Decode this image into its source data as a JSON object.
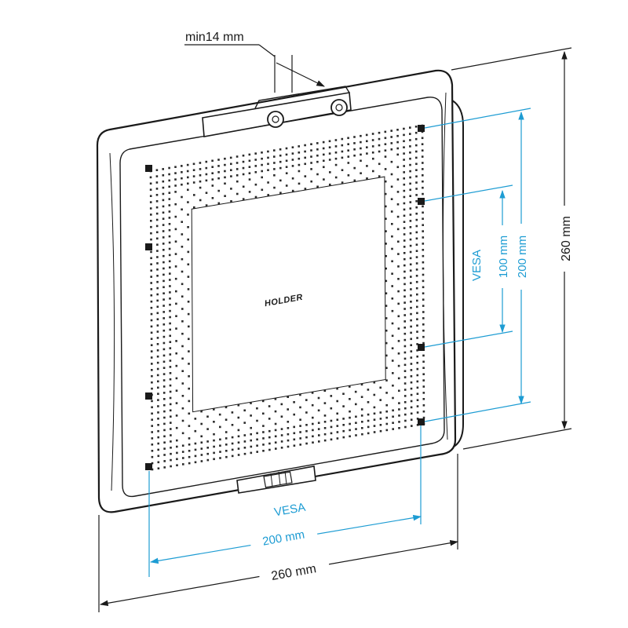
{
  "labels": {
    "min_thickness": "min14 mm",
    "vesa_vertical": "VESA",
    "vesa_horizontal": "VESA",
    "vertical_small": "100 mm",
    "vertical_large": "200 mm",
    "horizontal_vesa": "200 mm",
    "overall_width": "260 mm",
    "overall_height": "260 mm",
    "logo": "HOLDER"
  },
  "colors": {
    "line": "#1a1a1a",
    "accent": "#1d9cd3",
    "dots": "#2a2a2a"
  }
}
